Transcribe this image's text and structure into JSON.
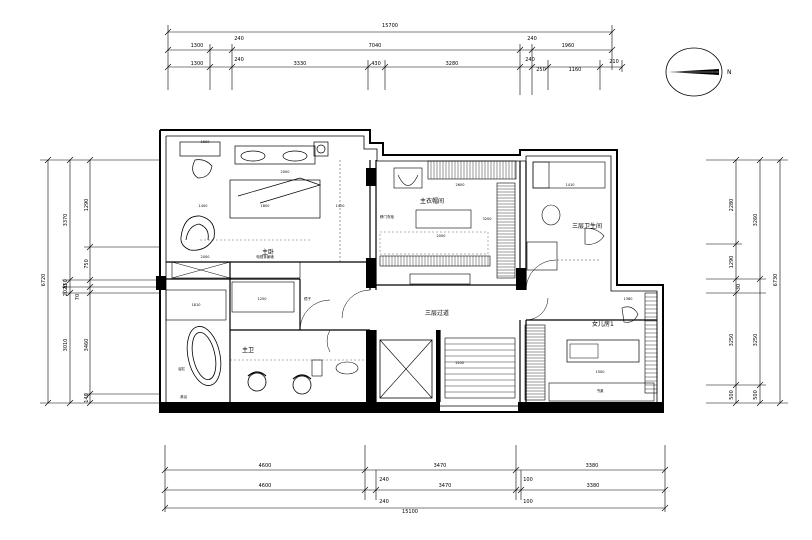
{
  "compass": {
    "label": "N"
  },
  "top_dimensions": {
    "overall": "15700",
    "row1": [
      "1300",
      "240",
      "7040",
      "240",
      "1960"
    ],
    "row2": [
      "1300",
      "240",
      "3330",
      "430",
      "3280",
      "240",
      "250",
      "1160",
      "210"
    ]
  },
  "bottom_dimensions": {
    "row1": [
      "4600",
      "3470",
      "3380"
    ],
    "row2": [
      "4600",
      "240",
      "3470",
      "100",
      "3380"
    ],
    "minor": [
      "240",
      "100"
    ],
    "overall": "15100"
  },
  "left_dimensions": {
    "overall": "6720",
    "row1": [
      "3370",
      "150",
      "2020",
      "3010"
    ],
    "row2": [
      "1290",
      "750",
      "70",
      "3460",
      "140"
    ]
  },
  "right_dimensions": {
    "overall": "6730",
    "row1": [
      "3260",
      "3250",
      "500"
    ],
    "row2": [
      "2280",
      "1290",
      "30",
      "3250",
      "500"
    ]
  },
  "rooms": {
    "master_bedroom": "主卧",
    "master_closet": "主衣帽间",
    "master_bath": "主卫",
    "third_floor_hall": "三层过道",
    "third_floor_bath": "三层卫生间",
    "daughter_room": "女儿房1"
  },
  "interior_dimensions": {
    "bed_width": "1800",
    "bed_length": "2000",
    "left_gap": "1400",
    "right_gap": "1420",
    "desk": "1600",
    "cabinet": "2000",
    "closet_top": "2600",
    "closet_mid": "2000",
    "closet_side": "3200",
    "vanity": "1810",
    "bath_cab": "1200",
    "wc_width": "1410",
    "daughter_top": "1380",
    "daughter_bed": "1500",
    "stair_mark": "1500"
  },
  "annotations": {
    "tv_wall": "电视背景墙",
    "closet_door": "移门衣柜",
    "shower": "淋浴",
    "tub": "浴缸",
    "mirror": "镜子",
    "desk_mark": "书桌"
  }
}
